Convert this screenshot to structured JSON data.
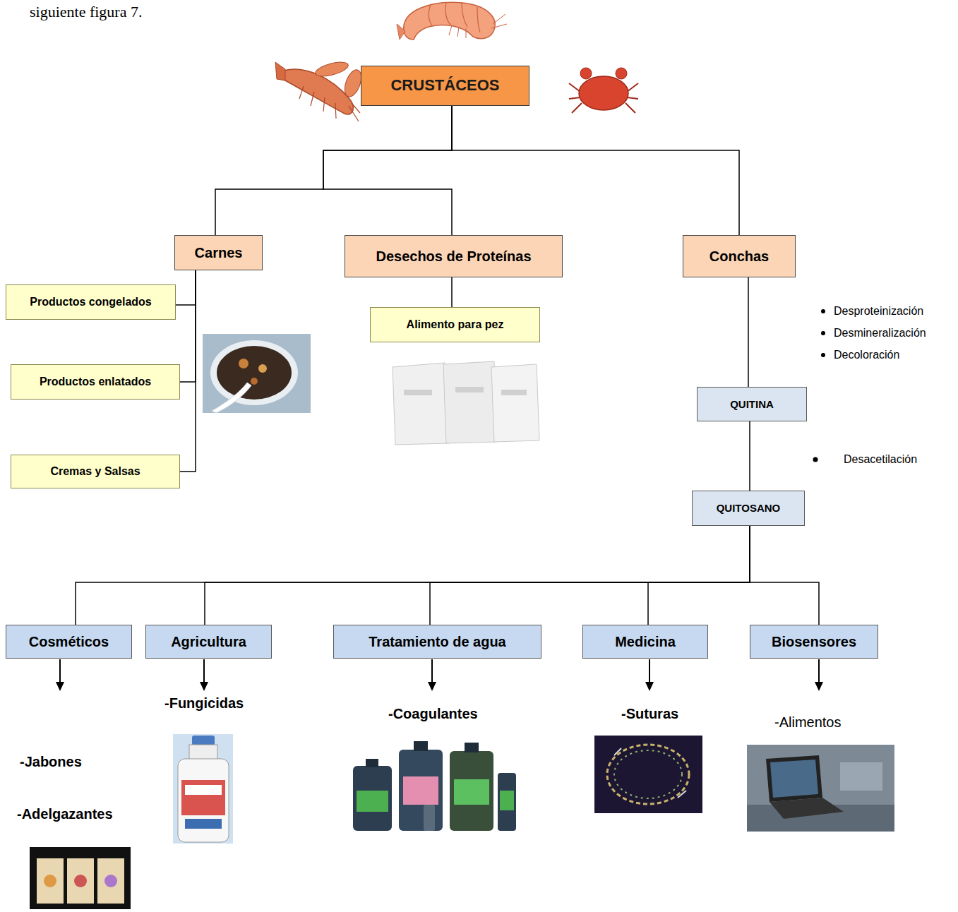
{
  "diagram": {
    "nodes": [
      {
        "text": [
          "CRUSTÁCEOS"
        ]
      },
      {
        "text": [
          "Carnes"
        ]
      },
      {
        "text": [
          "Desechos de Proteínas"
        ]
      },
      {
        "text": [
          "Conchas"
        ]
      },
      {
        "text": [
          "Productos congelados"
        ]
      },
      {
        "text": [
          "Alimento para pez"
        ]
      },
      {
        "text": [
          "Productos enlatados"
        ]
      },
      {
        "text": [
          "Cremas y Salsas"
        ]
      },
      {
        "text": [
          "QUITINA"
        ]
      },
      {
        "text": [
          "QUITOSANO"
        ]
      },
      {
        "text": [
          "Cosméticos"
        ]
      },
      {
        "text": [
          "Agricultura"
        ]
      },
      {
        "text": [
          "Tratamiento de agua"
        ]
      },
      {
        "text": [
          "Medicina"
        ]
      },
      {
        "text": [
          "Biosensores"
        ]
      }
    ],
    "edges": [
      {
        "from": 0,
        "to": 1,
        "arrow": "none"
      },
      {
        "from": 0,
        "to": 2,
        "arrow": "none"
      },
      {
        "from": 0,
        "to": 3,
        "arrow": "none"
      },
      {
        "from": 1,
        "to": 4,
        "arrow": "none"
      },
      {
        "from": 1,
        "to": 6,
        "arrow": "none"
      },
      {
        "from": 1,
        "to": 7,
        "arrow": "none"
      },
      {
        "from": 2,
        "to": 5,
        "arrow": "none"
      },
      {
        "from": 3,
        "to": 8,
        "arrow": "none"
      },
      {
        "from": 8,
        "to": 9,
        "arrow": "none"
      },
      {
        "from": 9,
        "to": 10,
        "arrow": "none"
      },
      {
        "from": 9,
        "to": 11,
        "arrow": "none"
      },
      {
        "from": 9,
        "to": 12,
        "arrow": "none"
      },
      {
        "from": 9,
        "to": 13,
        "arrow": "none"
      },
      {
        "from": 9,
        "to": 14,
        "arrow": "none"
      }
    ],
    "labels": [
      "siguiente figura 7.",
      "Desproteinización",
      "Desmineralización",
      "Decoloración",
      "Desacetilación",
      "-Fungicidas",
      "-Coagulantes",
      "-Suturas",
      "-Alimentos",
      "-Jabones",
      "-Adelgazantes"
    ]
  }
}
